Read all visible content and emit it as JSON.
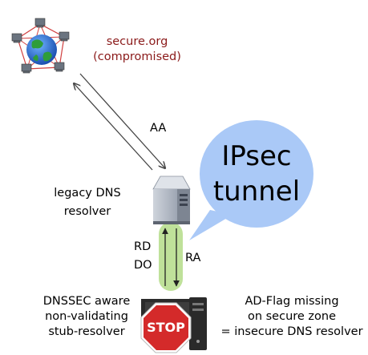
{
  "server": {
    "name": "secure.org",
    "status": "(compromised)"
  },
  "resolver": {
    "line1": "legacy DNS",
    "line2": "resolver"
  },
  "flags": {
    "aa": "AA",
    "rd": "RD",
    "do": "DO",
    "ra": "RA"
  },
  "tunnel": {
    "line1": "IPsec",
    "line2": "tunnel"
  },
  "client": {
    "line1": "DNSSEC aware",
    "line2": "non-validating",
    "line3": "stub-resolver"
  },
  "stop_sign": "STOP",
  "note": {
    "line1": "AD-Flag missing",
    "line2": "on secure zone",
    "line3": "= insecure DNS resolver"
  },
  "colors": {
    "server_text": "#8b1a1a",
    "bubble": "#aac9f7",
    "tunnel": "#bfe19a",
    "arrows": "#444444",
    "stop_red": "#d42a2a"
  }
}
